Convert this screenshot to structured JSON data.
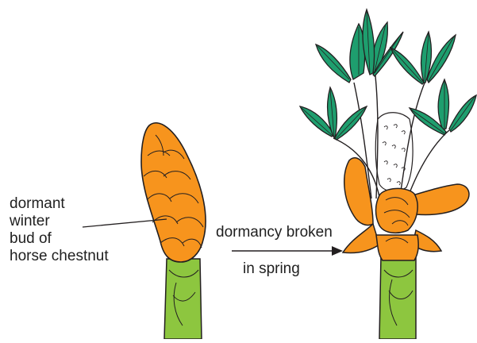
{
  "labels": {
    "bud_line1": "dormant",
    "bud_line2": "winter",
    "bud_line3": "bud of",
    "bud_line4": "horse chestnut",
    "arrow_line1": "dormancy broken",
    "arrow_line2": "in spring"
  },
  "colors": {
    "bud_orange": "#F7941D",
    "stem_green": "#8DC63F",
    "leaf_green": "#1E9E6E",
    "outline": "#231F20",
    "background": "#FFFFFF"
  },
  "icons": {
    "arrow": "arrow-right-icon"
  }
}
